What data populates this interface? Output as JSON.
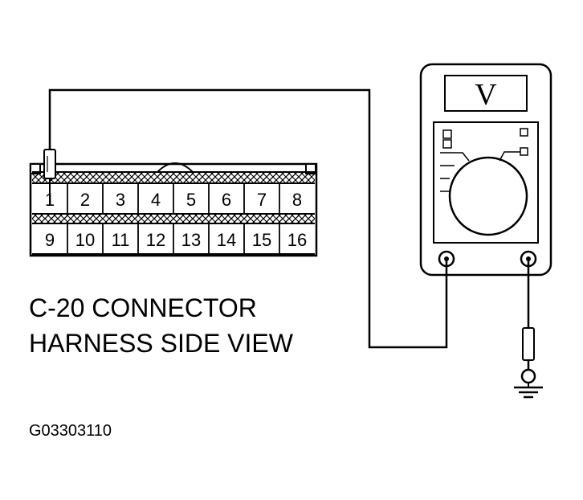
{
  "connector": {
    "top_row_pins": [
      "1",
      "2",
      "3",
      "4",
      "5",
      "6",
      "7",
      "8"
    ],
    "bottom_row_pins": [
      "9",
      "10",
      "11",
      "12",
      "13",
      "14",
      "15",
      "16"
    ]
  },
  "caption": {
    "line1": "C-20 CONNECTOR",
    "line2": "HARNESS SIDE VIEW"
  },
  "meter": {
    "unit_symbol": "V"
  },
  "figure_id": "G03303110",
  "icons": [
    "voltmeter-icon",
    "ground-symbol-icon",
    "probe-icon"
  ],
  "colors": {
    "ink": "#000000",
    "paper": "#ffffff"
  }
}
